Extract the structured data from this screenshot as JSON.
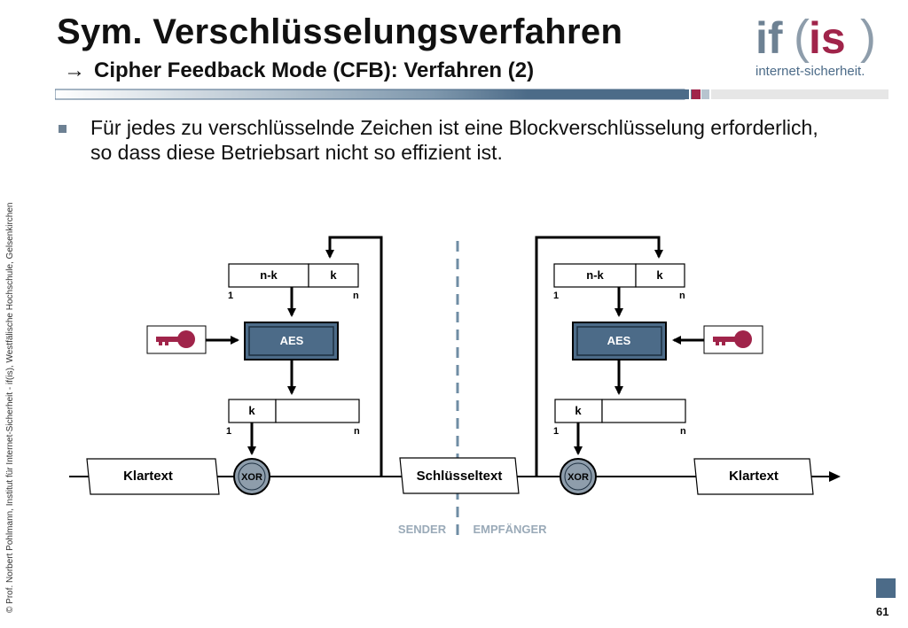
{
  "slide": {
    "title": "Sym. Verschlüsselungsverfahren",
    "subtitle": "Cipher Feedback Mode (CFB): Verfahren (2)",
    "subtitle_arrow": "→",
    "bullet": "Für jedes zu verschlüsselnde Zeichen ist eine Blockverschlüsselung erforderlich, so dass diese Betriebsart nicht so effizient ist.",
    "sidebar_text": "© Prof.  Norbert Pohlmann, Institut für Internet-Sicherheit - if(is), Westfälische Hochschule, Gelsenkirchen",
    "page_number": "61"
  },
  "logo": {
    "brand_letters_left": "if",
    "brand_paren_open": "(",
    "brand_letters_right": "is",
    "brand_paren_close": ")",
    "tagline": "internet-sicherheit."
  },
  "diagram": {
    "sender": {
      "register_left": "n-k",
      "register_right": "k",
      "register_start": "1",
      "register_end": "n",
      "cipher": "AES",
      "output_k": "k",
      "output_start": "1",
      "output_end": "n",
      "xor": "XOR",
      "plaintext": "Klartext"
    },
    "receiver": {
      "register_left": "n-k",
      "register_right": "k",
      "register_start": "1",
      "register_end": "n",
      "cipher": "AES",
      "output_k": "k",
      "output_start": "1",
      "output_end": "n",
      "xor": "XOR",
      "plaintext": "Klartext"
    },
    "ciphertext": "Schlüsseltext",
    "sender_label": "SENDER",
    "receiver_label": "EMPFÄNGER"
  },
  "colors": {
    "brand_blue": "#4c6b88",
    "brand_red": "#a0244a",
    "aes_fill": "#4c6b88",
    "xor_fill": "#8e9dab",
    "key_color": "#a0244a",
    "divider": "#6f8da4"
  },
  "icons": {
    "key": "key-icon",
    "bullet": "square-bullet-icon"
  }
}
